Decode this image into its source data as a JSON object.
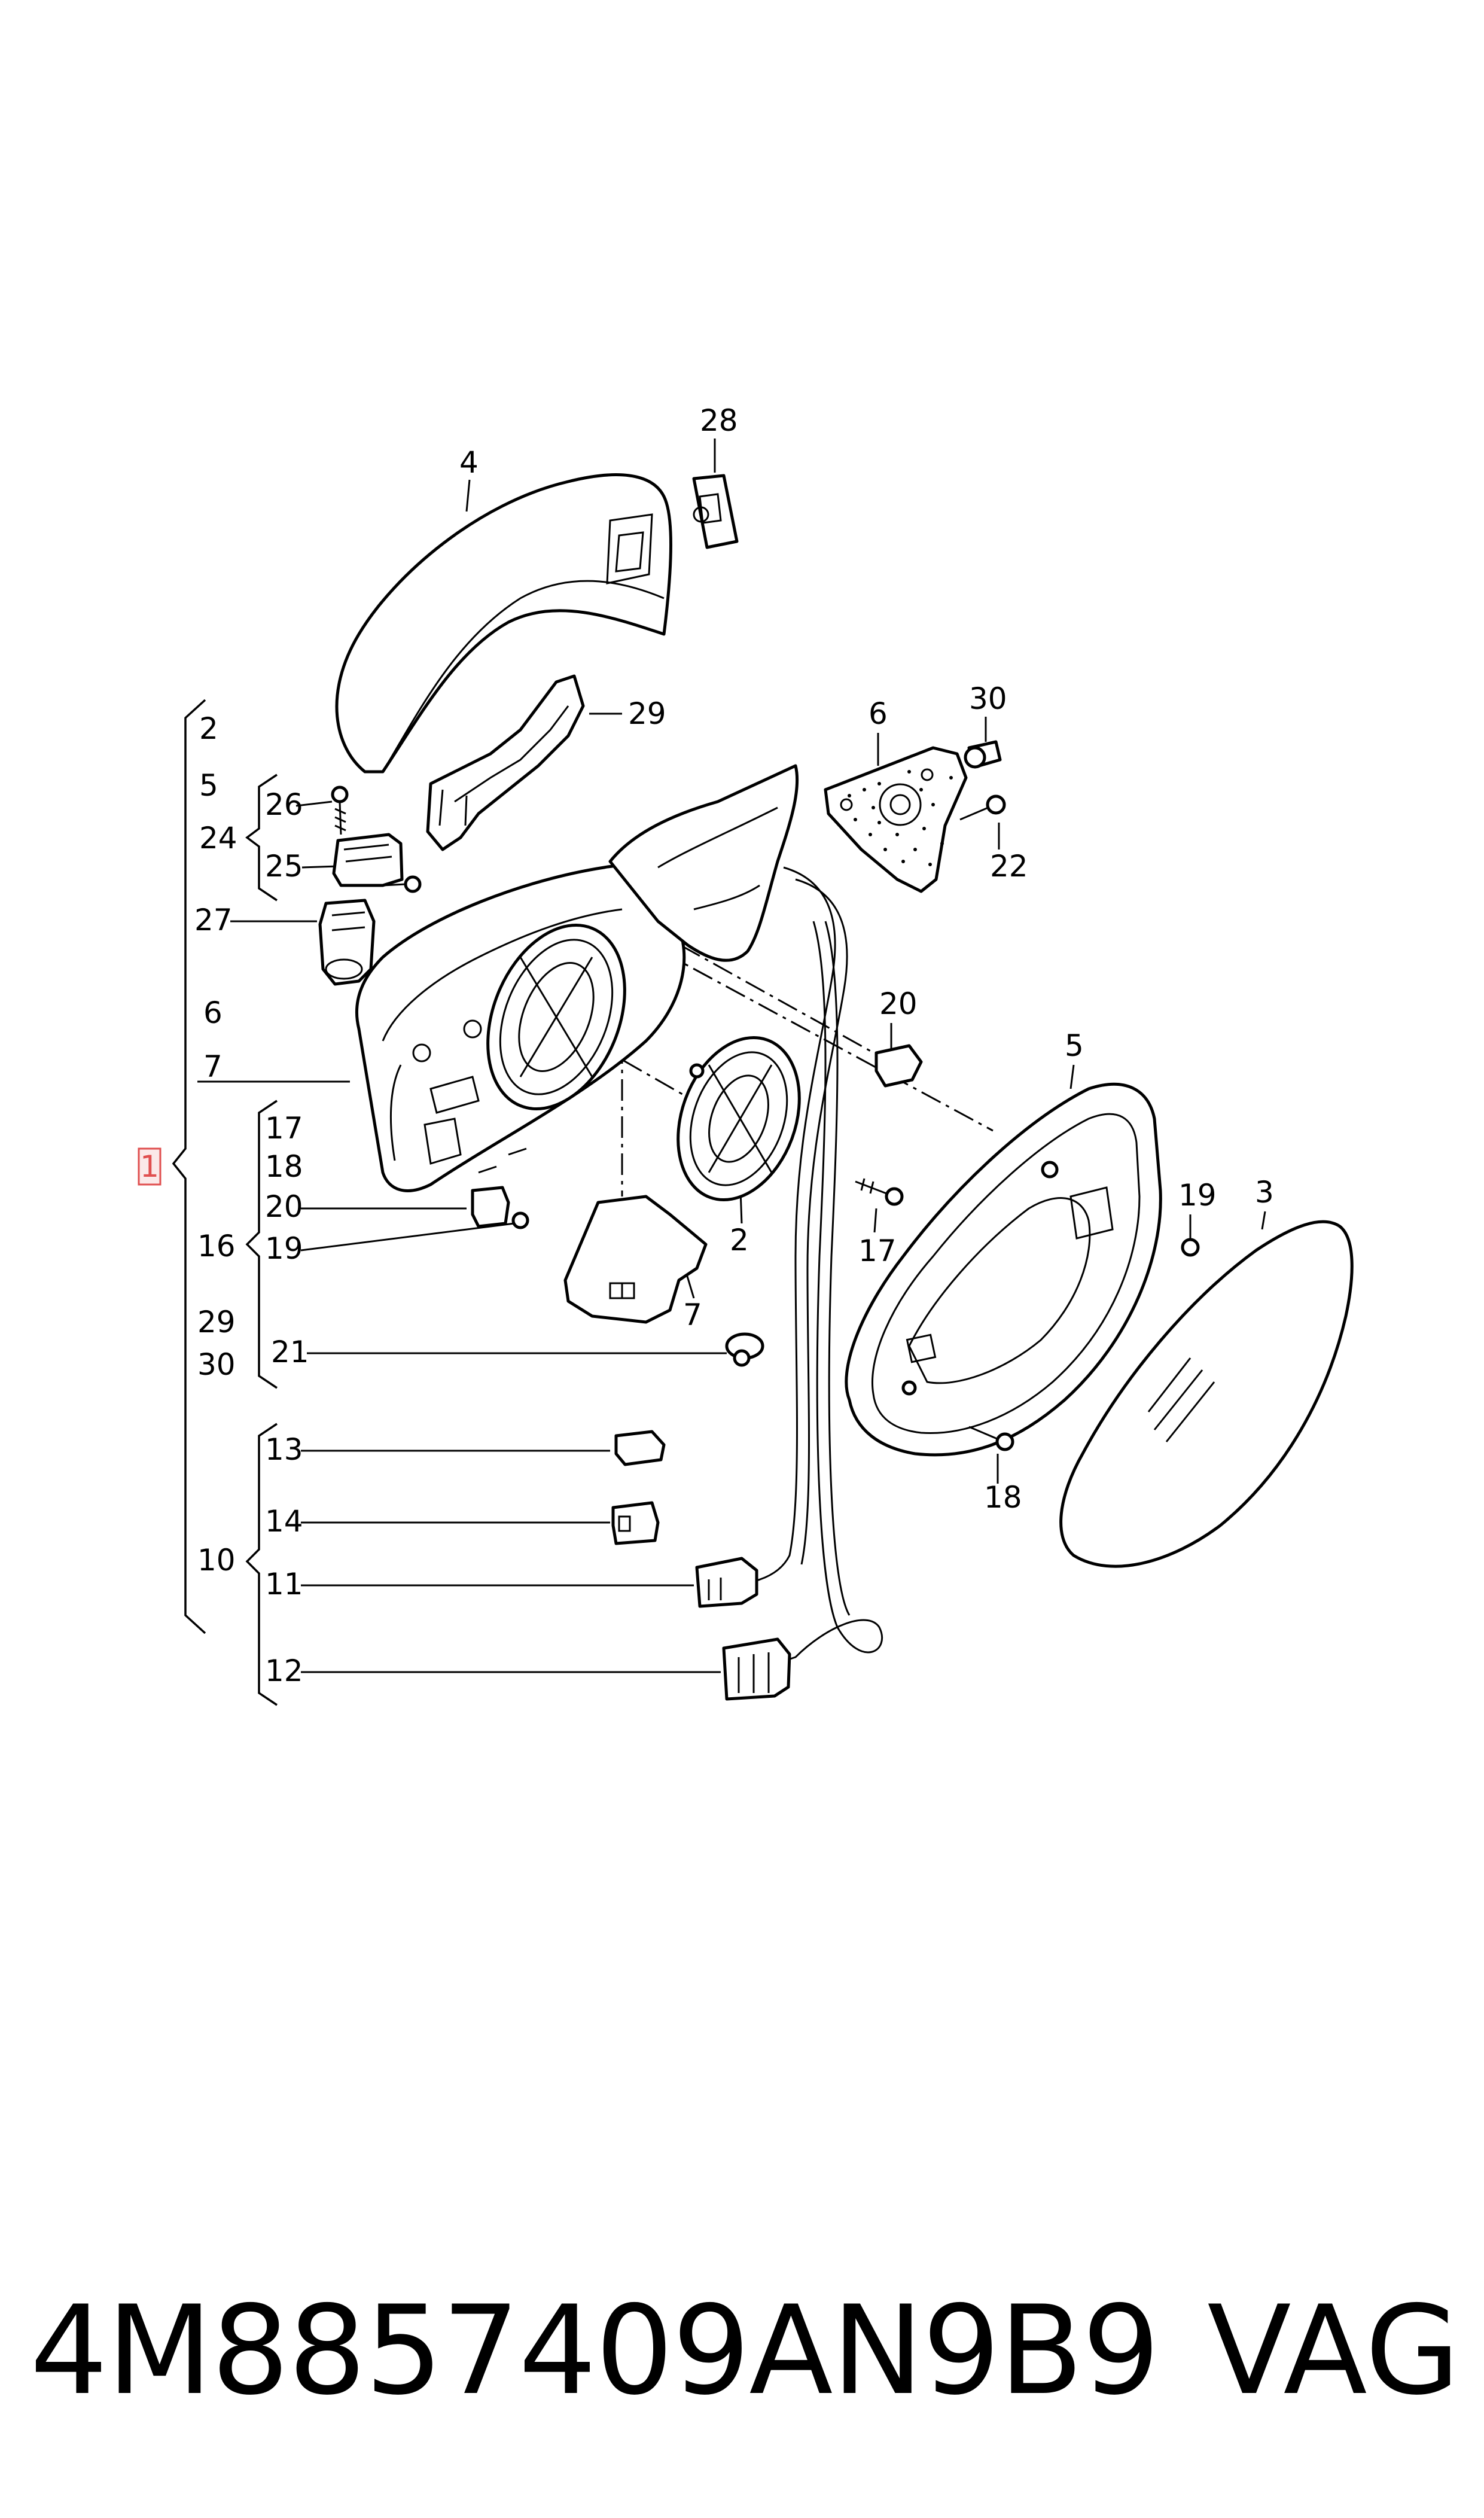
{
  "callouts": {
    "c1": "1",
    "c2": "2",
    "c3": "3",
    "c4": "4",
    "c5": "5",
    "c6": "6",
    "c7": "7",
    "c10": "10",
    "c11": "11",
    "c12": "12",
    "c13": "13",
    "c14": "14",
    "c16": "16",
    "c17": "17",
    "c18": "18",
    "c19": "19",
    "c20": "20",
    "c21": "21",
    "c22": "22",
    "c24": "24",
    "c25": "25",
    "c26": "26",
    "c27": "27",
    "c28": "28",
    "c29": "29",
    "c30": "30"
  },
  "colors": {
    "ink": "#000000",
    "highlight": "#e05050",
    "highlight_fill": "#fbe9e9"
  },
  "footer": {
    "part_number": "4M8857409AN9B9",
    "brand": "VAG"
  }
}
